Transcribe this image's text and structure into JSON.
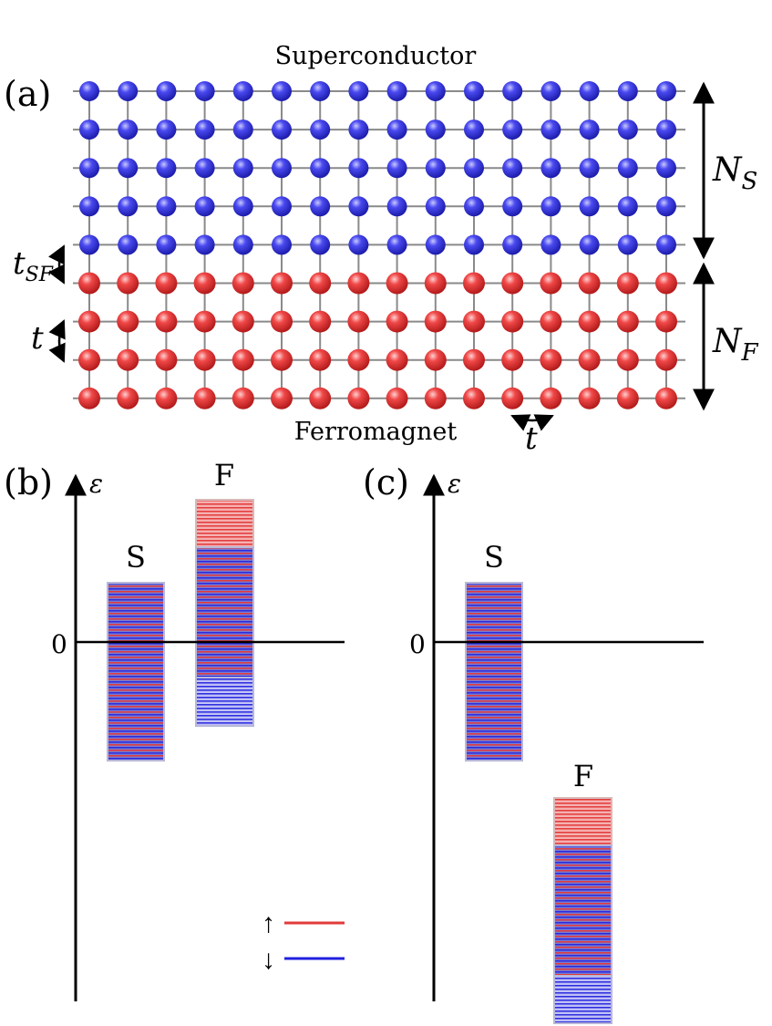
{
  "panel_a": {
    "label": "(a)",
    "top_label": "Superconductor",
    "bottom_label": "Ferromagnet",
    "ns_label": "N",
    "ns_sub": "S",
    "nf_label": "N",
    "nf_sub": "F",
    "tsf_label": "t",
    "tsf_sub": "SF",
    "t_vertical_label": "t",
    "t_horizontal_label": "t",
    "lattice": {
      "columns": 16,
      "s_rows": 5,
      "f_rows": 4
    },
    "colors": {
      "superconductor": "#2f2fe0",
      "ferromagnet": "#e23a3a",
      "bonds": "#8a8a8a"
    }
  },
  "panel_b": {
    "label": "(b)",
    "energy_label": "ε",
    "zero_label": "0",
    "s_label": "S",
    "f_label": "F"
  },
  "panel_c": {
    "label": "(c)",
    "energy_label": "ε",
    "zero_label": "0",
    "s_label": "S",
    "f_label": "F"
  },
  "legend": {
    "up_symbol": "↑",
    "down_symbol": "↓",
    "up_color": "#e23a3a",
    "down_color": "#2020e0"
  }
}
